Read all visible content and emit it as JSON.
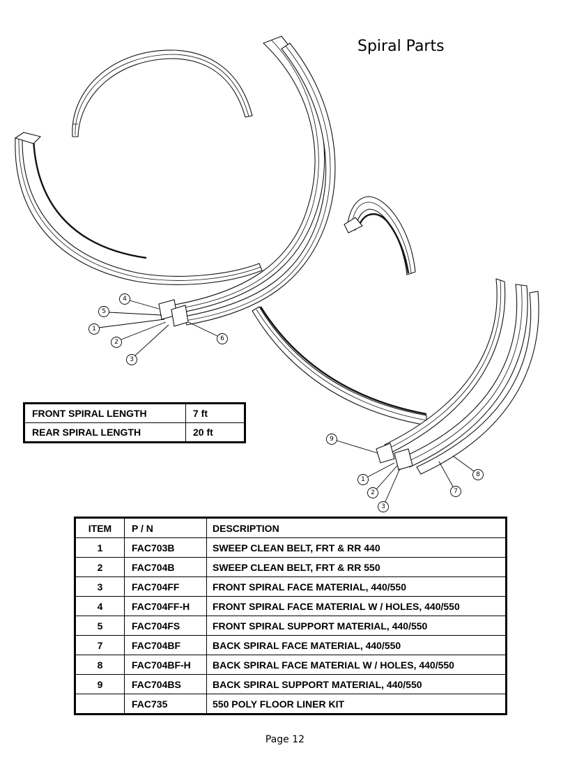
{
  "page": {
    "title": "Spiral Parts",
    "page_number": "Page 12"
  },
  "callouts": {
    "front": [
      "4",
      "5",
      "1",
      "2",
      "3",
      "6"
    ],
    "rear": [
      "9",
      "1",
      "2",
      "3",
      "7",
      "8"
    ]
  },
  "length_table": {
    "rows": [
      {
        "label": "FRONT SPIRAL LENGTH",
        "value": "7 ft"
      },
      {
        "label": "REAR SPIRAL LENGTH",
        "value": "20 ft"
      }
    ]
  },
  "parts_table": {
    "headers": {
      "item": "ITEM",
      "pn": "P / N",
      "description": "DESCRIPTION"
    },
    "rows": [
      {
        "item": "1",
        "pn": "FAC703B",
        "description": "SWEEP CLEAN BELT, FRT & RR 440"
      },
      {
        "item": "2",
        "pn": "FAC704B",
        "description": "SWEEP CLEAN BELT, FRT & RR 550"
      },
      {
        "item": "3",
        "pn": "FAC704FF",
        "description": "FRONT SPIRAL FACE MATERIAL, 440/550"
      },
      {
        "item": "4",
        "pn": "FAC704FF-H",
        "description": "FRONT SPIRAL FACE MATERIAL W / HOLES, 440/550"
      },
      {
        "item": "5",
        "pn": "FAC704FS",
        "description": "FRONT SPIRAL SUPPORT MATERIAL, 440/550"
      },
      {
        "item": "7",
        "pn": "FAC704BF",
        "description": "BACK SPIRAL FACE MATERIAL, 440/550"
      },
      {
        "item": "8",
        "pn": "FAC704BF-H",
        "description": "BACK SPIRAL FACE MATERIAL W / HOLES, 440/550"
      },
      {
        "item": "9",
        "pn": "FAC704BS",
        "description": "BACK SPIRAL SUPPORT MATERIAL, 440/550"
      },
      {
        "item": "",
        "pn": "FAC735",
        "description": "550 POLY FLOOR LINER KIT"
      }
    ]
  }
}
